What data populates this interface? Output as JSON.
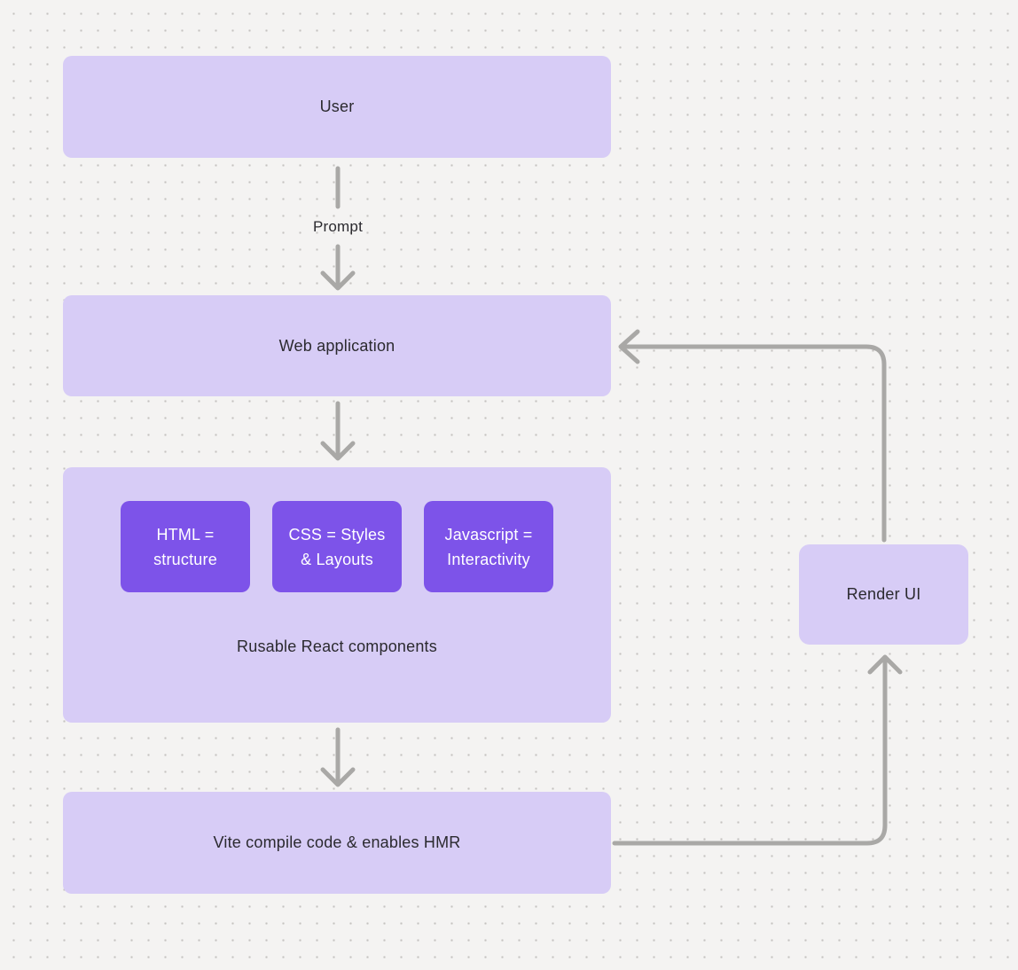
{
  "nodes": {
    "user": {
      "label": "User"
    },
    "web_application": {
      "label": "Web application"
    },
    "react_components": {
      "label": "Rusable React components",
      "children": [
        {
          "label": "HTML =\nstructure"
        },
        {
          "label": "CSS = Styles\n& Layouts"
        },
        {
          "label": "Javascript =\nInteractivity"
        }
      ]
    },
    "vite": {
      "label": "Vite compile code & enables HMR"
    },
    "render_ui": {
      "label": "Render UI"
    }
  },
  "edge_labels": {
    "prompt": "Prompt"
  },
  "colors": {
    "background": "#f4f3f2",
    "dot_grid": "#c5c2c0",
    "node_fill": "#d7ccf6",
    "component_fill": "#7d53e9",
    "connector": "#a9a8a6",
    "text_dark": "#2b2a2f",
    "text_light": "#ffffff"
  }
}
